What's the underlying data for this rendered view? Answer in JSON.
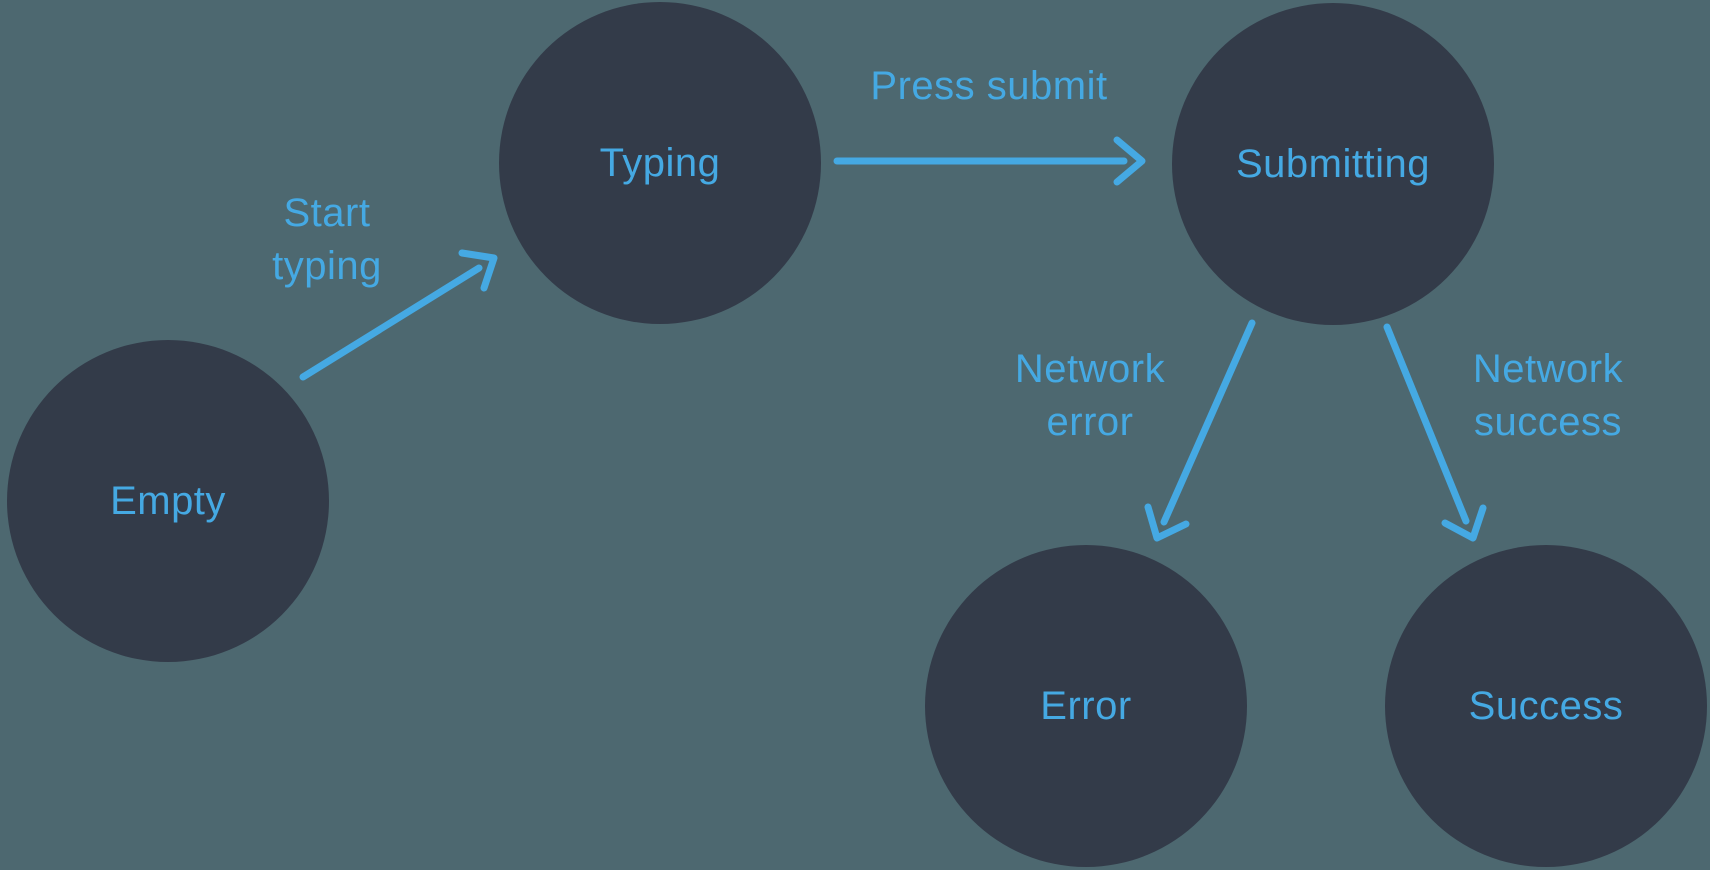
{
  "theme": {
    "background": "#4D6870",
    "node_fill": "#333B49",
    "accent_blue": "#45A9E3"
  },
  "diagram": {
    "type": "state-machine",
    "states": [
      {
        "id": "empty",
        "label": "Empty"
      },
      {
        "id": "typing",
        "label": "Typing"
      },
      {
        "id": "submitting",
        "label": "Submitting"
      },
      {
        "id": "error",
        "label": "Error"
      },
      {
        "id": "success",
        "label": "Success"
      }
    ],
    "transitions": [
      {
        "id": "start-typing",
        "from": "empty",
        "to": "typing",
        "label": "Start\ntyping"
      },
      {
        "id": "press-submit",
        "from": "typing",
        "to": "submitting",
        "label": "Press submit"
      },
      {
        "id": "network-error",
        "from": "submitting",
        "to": "error",
        "label": "Network\nerror"
      },
      {
        "id": "network-success",
        "from": "submitting",
        "to": "success",
        "label": "Network\nsuccess"
      }
    ]
  }
}
